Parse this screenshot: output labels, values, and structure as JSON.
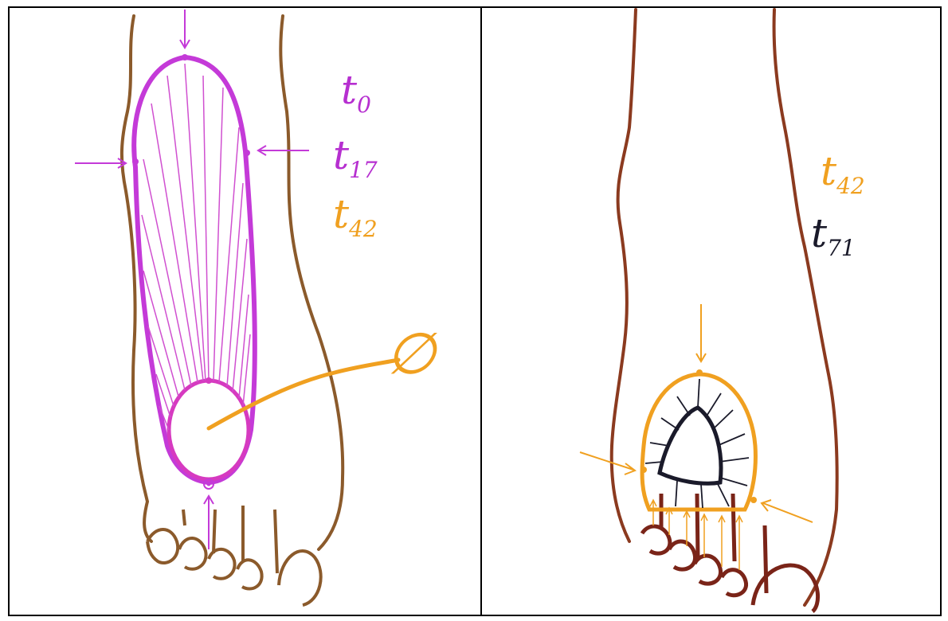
{
  "panels": [
    {
      "labels": [
        {
          "text": "t",
          "sub": "0",
          "color": "#b62fd0"
        },
        {
          "text": "t",
          "sub": "17",
          "color": "#b62fd0"
        },
        {
          "text": "t",
          "sub": "42",
          "color": "#f0a020"
        }
      ],
      "symbol": {
        "text": "∅",
        "color": "#f0a020"
      }
    },
    {
      "labels": [
        {
          "text": "t",
          "sub": "42",
          "color": "#f0a020"
        },
        {
          "text": "t",
          "sub": "71",
          "color": "#1a1a2a"
        }
      ]
    }
  ],
  "colors": {
    "foot_left": "#8b5a2b",
    "foot_right": "#8b3a1f",
    "magenta": "#c43ad8",
    "orange": "#f0a020",
    "dark": "#1a1a2a"
  }
}
